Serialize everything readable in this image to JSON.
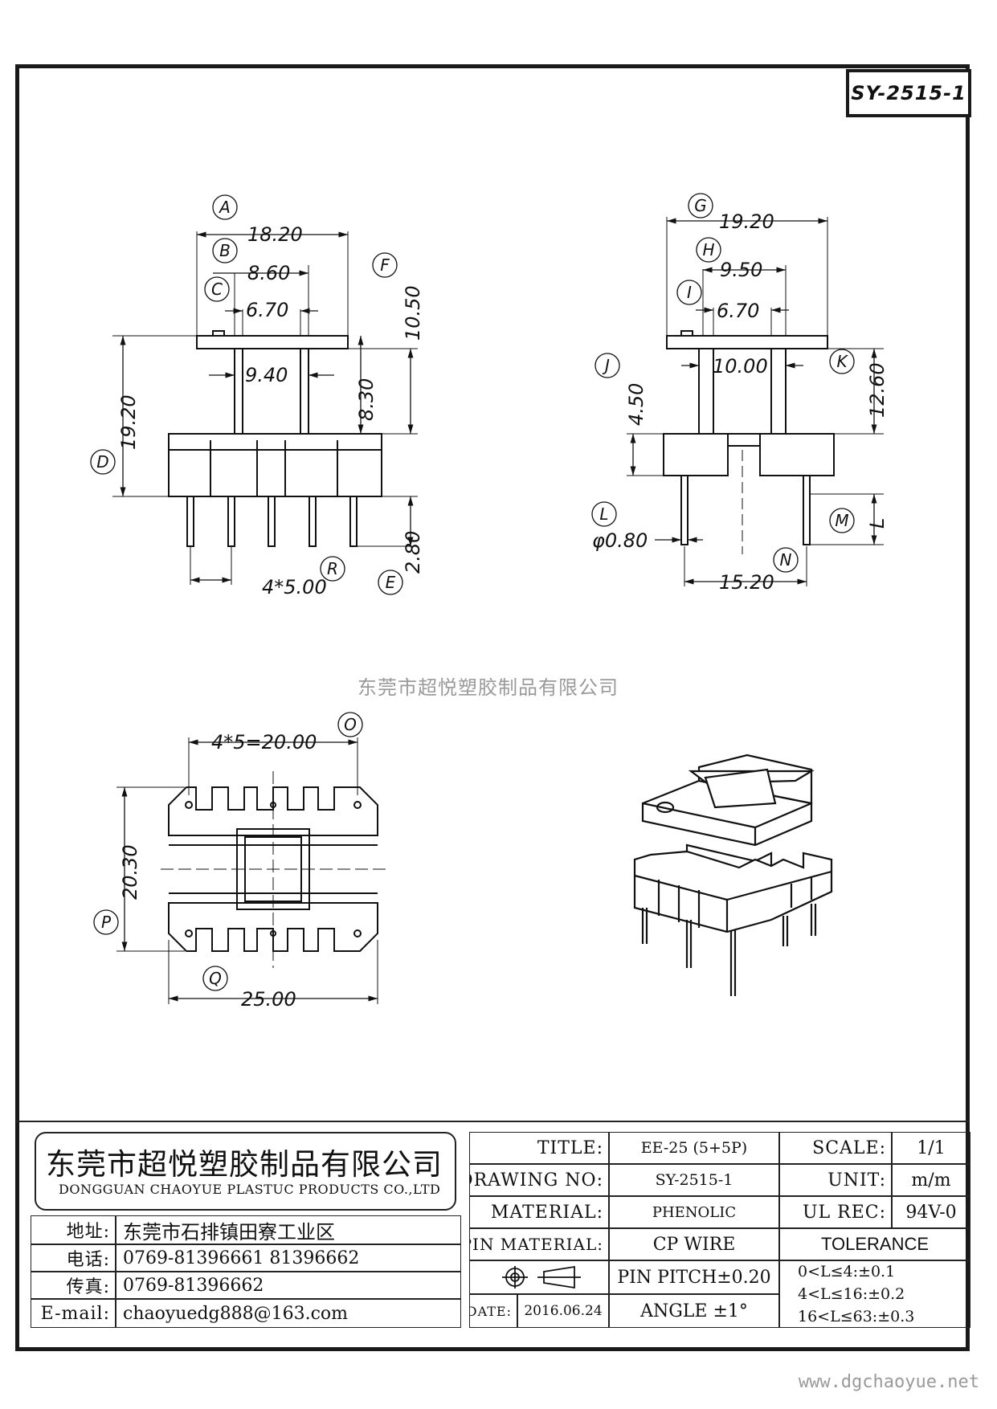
{
  "drawing_code": "SY-2515-1",
  "watermark": "东莞市超悦塑胶制品有限公司",
  "website": "www.dgchaoyue.net",
  "dimensions": {
    "A": "18.20",
    "B": "8.60",
    "C": "6.70",
    "D": "19.20",
    "E": "2.80",
    "F": "10.50",
    "inner_front": "9.40",
    "front_h2": "8.30",
    "R": "4*5.00",
    "G": "19.20",
    "H": "9.50",
    "I": "6.70",
    "inner_side": "10.00",
    "J": "4.50",
    "K": "12.60",
    "L": "φ0.80",
    "M": "L",
    "N": "15.20",
    "O": "4*5=20.00",
    "P": "20.30",
    "Q": "25.00"
  },
  "balloons": [
    "A",
    "B",
    "C",
    "D",
    "E",
    "F",
    "G",
    "H",
    "I",
    "J",
    "K",
    "L",
    "M",
    "N",
    "O",
    "P",
    "Q",
    "R"
  ],
  "title_block": {
    "company_cn": "东莞市超悦塑胶制品有限公司",
    "company_en": "DONGGUAN CHAOYUE PLASTUC PRODUCTS CO.,LTD",
    "address_label": "地址:",
    "address": "东莞市石排镇田寮工业区",
    "phone_label": "电话:",
    "phone": "0769-81396661   81396662",
    "fax_label": "传真:",
    "fax": "0769-81396662",
    "email_label": "E-mail:",
    "email": "chaoyuedg888@163.com",
    "title_label": "TITLE:",
    "title": "EE-25 (5+5P)",
    "drawing_no_label": "DRAWING NO:",
    "drawing_no": "SY-2515-1",
    "material_label": "MATERIAL:",
    "material": "PHENOLIC",
    "pin_material_label": "PIN MATERIAL:",
    "pin_material": "CP WIRE",
    "pin_pitch": "PIN PITCH±0.20",
    "date_label": "DATE:",
    "date": "2016.06.24",
    "angle": "ANGLE  ±1°",
    "scale_label": "SCALE:",
    "scale": "1/1",
    "unit_label": "UNIT:",
    "unit": "m/m",
    "ul_label": "UL REC:",
    "ul": "94V-0",
    "tolerance_title": "TOLERANCE",
    "tolerance": [
      "0<L≤4:±0.1",
      "4<L≤16:±0.2",
      "16<L≤63:±0.3"
    ]
  }
}
